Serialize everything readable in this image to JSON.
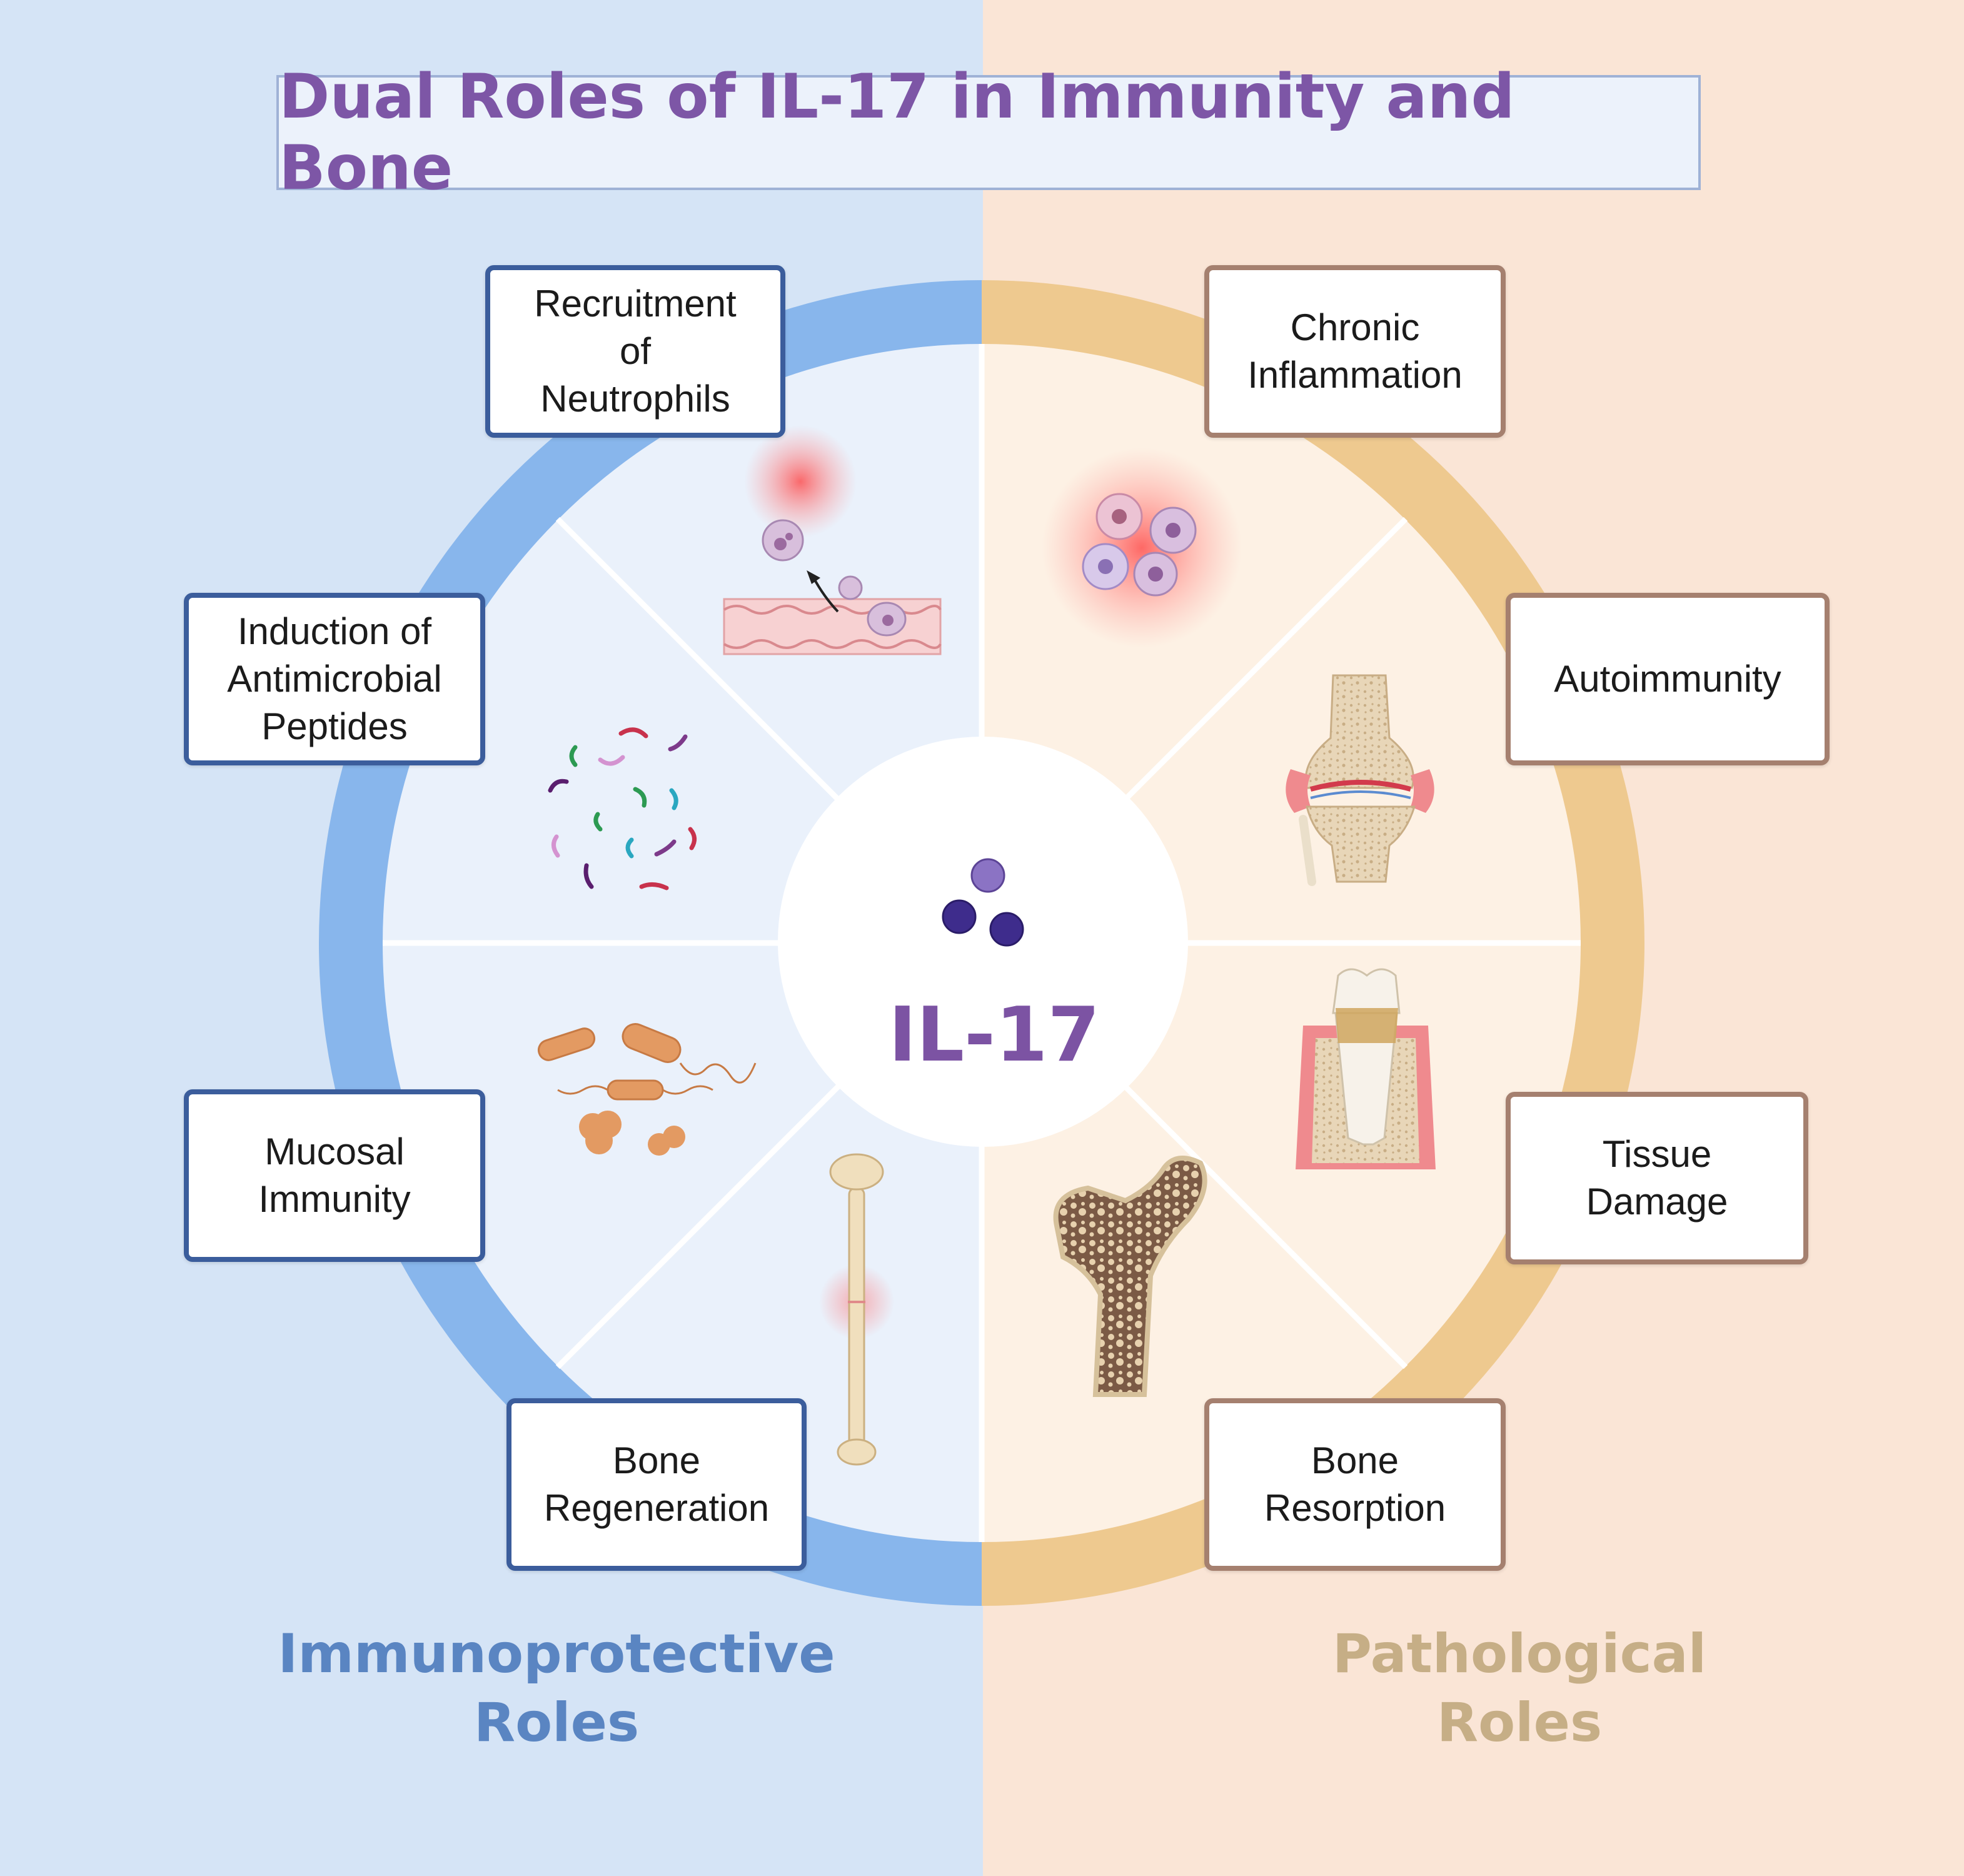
{
  "title": "Dual Roles of IL-17 in Immunity and Bone",
  "center_label": "IL-17",
  "left_group": "Immunoprotective\nRoles",
  "right_group": "Pathological\nRoles",
  "immunoprotective_roles": [
    "Recruitment\nof\nNeutrophils",
    "Induction of\nAntimicrobial\nPeptides",
    "Mucosal\nImmunity",
    "Bone\nRegeneration"
  ],
  "pathological_roles": [
    "Chronic\nInflammation",
    "Autoimmunity",
    "Tissue\nDamage",
    "Bone\nResorption"
  ],
  "colors": {
    "left_background": "#d5e4f6",
    "right_background": "#fae5d6",
    "left_ring": "#88b6ec",
    "right_ring": "#eec98f",
    "left_border": "#3b5d9c",
    "right_border": "#a5806f",
    "title_color": "#7d56a6"
  },
  "icons": [
    "neutrophil-recruitment-icon",
    "antimicrobial-peptides-icon",
    "bacteria-icon",
    "long-bone-icon",
    "inflammation-cells-icon",
    "arthritic-knee-joint-icon",
    "damaged-tooth-icon",
    "femur-bone-icon",
    "il17-molecule-icon"
  ]
}
